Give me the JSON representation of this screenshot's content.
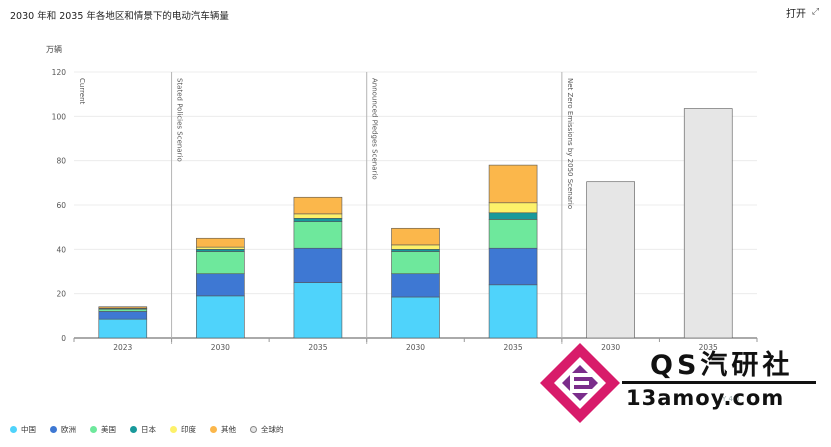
{
  "header": {
    "title": "2030 年和 2035 年各地区和情景下的电动汽车辆量",
    "open_label": "打开"
  },
  "watermark": {
    "line1": "QS汽研社",
    "line2": "13amoy.com",
    "colors": {
      "pink": "#d81b6a",
      "purple": "#7b2d8b"
    }
  },
  "source_note": "Y 4.0",
  "chart_data": {
    "type": "bar",
    "stacked": true,
    "unit_label": "万辆",
    "ylim": [
      0,
      120
    ],
    "yticks": [
      0,
      20,
      40,
      60,
      80,
      100,
      120
    ],
    "grid": true,
    "categories": [
      "2023",
      "2030",
      "2035",
      "2030",
      "2035",
      "2030",
      "2035"
    ],
    "scenarios": [
      {
        "label": "Current",
        "start": 0
      },
      {
        "label": "Stated Policies Scenario",
        "start": 1
      },
      {
        "label": "Announced Pledges Scenario",
        "start": 3
      },
      {
        "label": "Net Zero Emissions by 2050 Scenario",
        "start": 5
      }
    ],
    "series": [
      {
        "name": "中国",
        "color": "#4fd3fb",
        "values": [
          8.5,
          19,
          25,
          18.5,
          24,
          0,
          0
        ]
      },
      {
        "name": "欧洲",
        "color": "#3e78d3",
        "values": [
          3.5,
          10,
          15.5,
          10.5,
          16.5,
          0,
          0
        ]
      },
      {
        "name": "美国",
        "color": "#6ee89c",
        "values": [
          1,
          10,
          12,
          10,
          13,
          0,
          0
        ]
      },
      {
        "name": "日本",
        "color": "#18999b",
        "values": [
          0.3,
          1,
          1.5,
          1,
          3,
          0,
          0
        ]
      },
      {
        "name": "印度",
        "color": "#fdf16a",
        "values": [
          0.2,
          1,
          2,
          2,
          4.5,
          0,
          0
        ]
      },
      {
        "name": "其他",
        "color": "#fbb74b",
        "values": [
          0.6,
          4,
          7.5,
          7.5,
          17,
          0,
          0
        ]
      },
      {
        "name": "全球的",
        "color": "#e6e6e6",
        "values": [
          0,
          0,
          0,
          0,
          0,
          70.5,
          103.5
        ]
      }
    ]
  }
}
